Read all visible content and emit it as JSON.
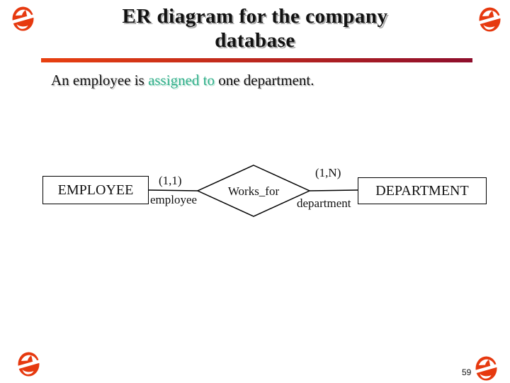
{
  "title": {
    "line1": "ER diagram for the company",
    "line2": "database"
  },
  "subtitle": {
    "prefix": "An employee is ",
    "highlight": "assigned to",
    "suffix": " one department."
  },
  "diagram": {
    "entity_left": "EMPLOYEE",
    "entity_right": "DEPARTMENT",
    "relationship": "Works_for",
    "cardinality_left": "(1,1)",
    "role_left": "employee",
    "cardinality_right": "(1,N)",
    "role_right": "department"
  },
  "footer": {
    "page_number": "59"
  },
  "icons": {
    "corner_ornament": "winged-arrow-badge-icon"
  },
  "colors": {
    "ornament_orange": "#e6390f",
    "rule_gradient_start": "#e84010",
    "rule_gradient_end": "#8e0e2c",
    "highlight_teal": "#34b18c",
    "text_black": "#111111",
    "shape_stroke": "#000000",
    "background": "#ffffff"
  }
}
